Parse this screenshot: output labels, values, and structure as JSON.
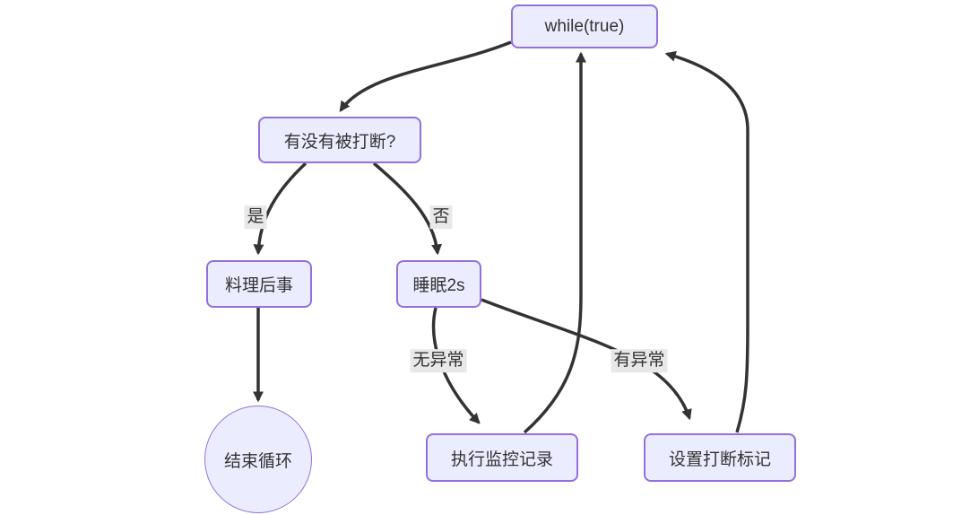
{
  "diagram": {
    "type": "flowchart",
    "direction": "top-down",
    "nodes": [
      {
        "id": "while",
        "label": "while(true)",
        "shape": "rounded-rect"
      },
      {
        "id": "check",
        "label": "有没有被打断?",
        "shape": "rounded-rect"
      },
      {
        "id": "cleanup",
        "label": "料理后事",
        "shape": "rounded-rect"
      },
      {
        "id": "sleep",
        "label": "睡眠2s",
        "shape": "rounded-rect"
      },
      {
        "id": "end",
        "label": "结束循环",
        "shape": "circle"
      },
      {
        "id": "monitor",
        "label": "执行监控记录",
        "shape": "rounded-rect"
      },
      {
        "id": "setflag",
        "label": "设置打断标记",
        "shape": "rounded-rect"
      }
    ],
    "edges": [
      {
        "from": "while",
        "to": "check",
        "label": ""
      },
      {
        "from": "check",
        "to": "cleanup",
        "label": "是"
      },
      {
        "from": "check",
        "to": "sleep",
        "label": "否"
      },
      {
        "from": "cleanup",
        "to": "end",
        "label": ""
      },
      {
        "from": "sleep",
        "to": "monitor",
        "label": "无异常"
      },
      {
        "from": "sleep",
        "to": "setflag",
        "label": "有异常"
      },
      {
        "from": "monitor",
        "to": "while",
        "label": ""
      },
      {
        "from": "setflag",
        "to": "while",
        "label": ""
      }
    ],
    "colors": {
      "node_fill": "#ECECFF",
      "node_border": "#9370DB",
      "edge_stroke": "#333333",
      "edge_label_bg": "#e8e8e8",
      "text": "#333333",
      "background": "#ffffff"
    }
  }
}
